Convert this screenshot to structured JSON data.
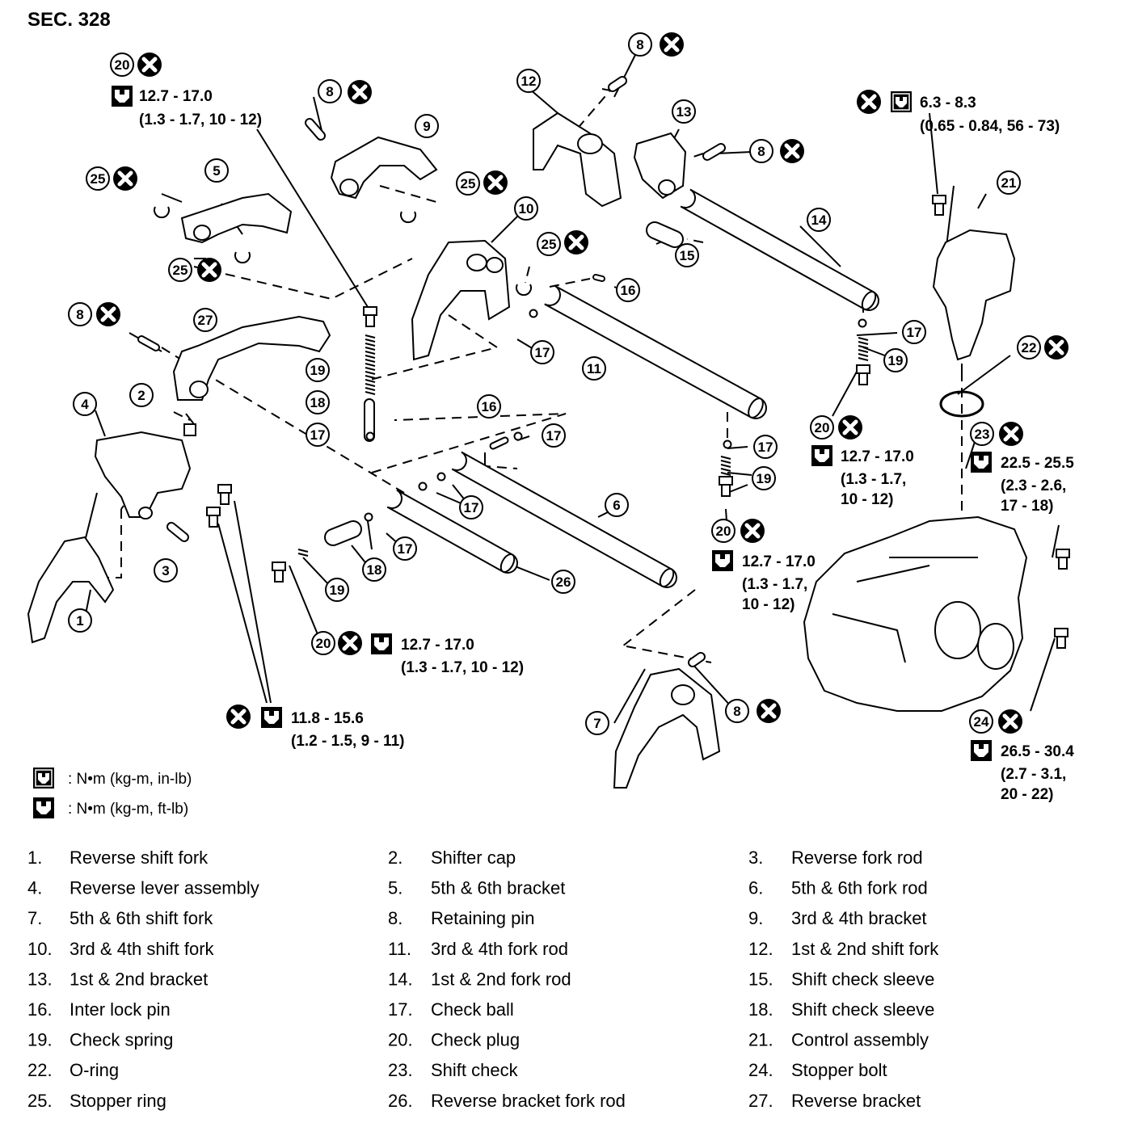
{
  "section_title": "SEC. 328",
  "callout_numbers": [
    "1",
    "2",
    "3",
    "4",
    "5",
    "6",
    "7",
    "8",
    "9",
    "10",
    "11",
    "12",
    "13",
    "14",
    "15",
    "16",
    "17",
    "18",
    "19",
    "20",
    "21",
    "22",
    "23",
    "24",
    "25",
    "26",
    "27"
  ],
  "torque_specs": [
    {
      "id": "t20a",
      "value": "12.7 - 17.0",
      "detail": [
        "(1.3 - 1.7, 10 - 12)"
      ]
    },
    {
      "id": "t21",
      "value": "6.3 - 8.3",
      "detail": [
        "(0.65 - 0.84, 56 - 73)"
      ]
    },
    {
      "id": "t20b",
      "value": "12.7 - 17.0",
      "detail": [
        "(1.3 - 1.7,",
        "10 - 12)"
      ]
    },
    {
      "id": "t23",
      "value": "22.5 - 25.5",
      "detail": [
        "(2.3 - 2.6,",
        "17 - 18)"
      ]
    },
    {
      "id": "t20c",
      "value": "12.7 - 17.0",
      "detail": [
        "(1.3 - 1.7,",
        "10 - 12)"
      ]
    },
    {
      "id": "t20d",
      "value": "12.7 - 17.0",
      "detail": [
        "(1.3 - 1.7, 10 - 12)"
      ]
    },
    {
      "id": "t3",
      "value": "11.8 - 15.6",
      "detail": [
        "(1.2 - 1.5, 9 - 11)"
      ]
    },
    {
      "id": "t24",
      "value": "26.5 - 30.4",
      "detail": [
        "(2.7 - 3.1,",
        "20 - 22)"
      ]
    }
  ],
  "legend": [
    {
      "symbol": "in-lb-wrench-icon",
      "text": ":  N•m  (kg-m,  in-lb)"
    },
    {
      "symbol": "ft-lb-wrench-icon",
      "text": ":  N•m  (kg-m,  ft-lb)"
    }
  ],
  "parts": [
    {
      "num": "1.",
      "name": "Reverse shift fork"
    },
    {
      "num": "2.",
      "name": "Shifter cap"
    },
    {
      "num": "3.",
      "name": "Reverse fork rod"
    },
    {
      "num": "4.",
      "name": "Reverse lever assembly"
    },
    {
      "num": "5.",
      "name": "5th & 6th bracket"
    },
    {
      "num": "6.",
      "name": "5th & 6th fork rod"
    },
    {
      "num": "7.",
      "name": "5th & 6th shift fork"
    },
    {
      "num": "8.",
      "name": "Retaining pin"
    },
    {
      "num": "9.",
      "name": "3rd & 4th bracket"
    },
    {
      "num": "10.",
      "name": "3rd & 4th shift fork"
    },
    {
      "num": "11.",
      "name": "3rd & 4th fork rod"
    },
    {
      "num": "12.",
      "name": "1st & 2nd shift fork"
    },
    {
      "num": "13.",
      "name": "1st & 2nd bracket"
    },
    {
      "num": "14.",
      "name": "1st & 2nd fork rod"
    },
    {
      "num": "15.",
      "name": "Shift check sleeve"
    },
    {
      "num": "16.",
      "name": "Inter lock pin"
    },
    {
      "num": "17.",
      "name": "Check ball"
    },
    {
      "num": "18.",
      "name": "Shift check sleeve"
    },
    {
      "num": "19.",
      "name": "Check spring"
    },
    {
      "num": "20.",
      "name": "Check plug"
    },
    {
      "num": "21.",
      "name": "Control assembly"
    },
    {
      "num": "22.",
      "name": "O-ring"
    },
    {
      "num": "23.",
      "name": "Shift check"
    },
    {
      "num": "24.",
      "name": "Stopper bolt"
    },
    {
      "num": "25.",
      "name": "Stopper ring"
    },
    {
      "num": "26.",
      "name": "Reverse bracket fork rod"
    },
    {
      "num": "27.",
      "name": "Reverse bracket"
    }
  ]
}
